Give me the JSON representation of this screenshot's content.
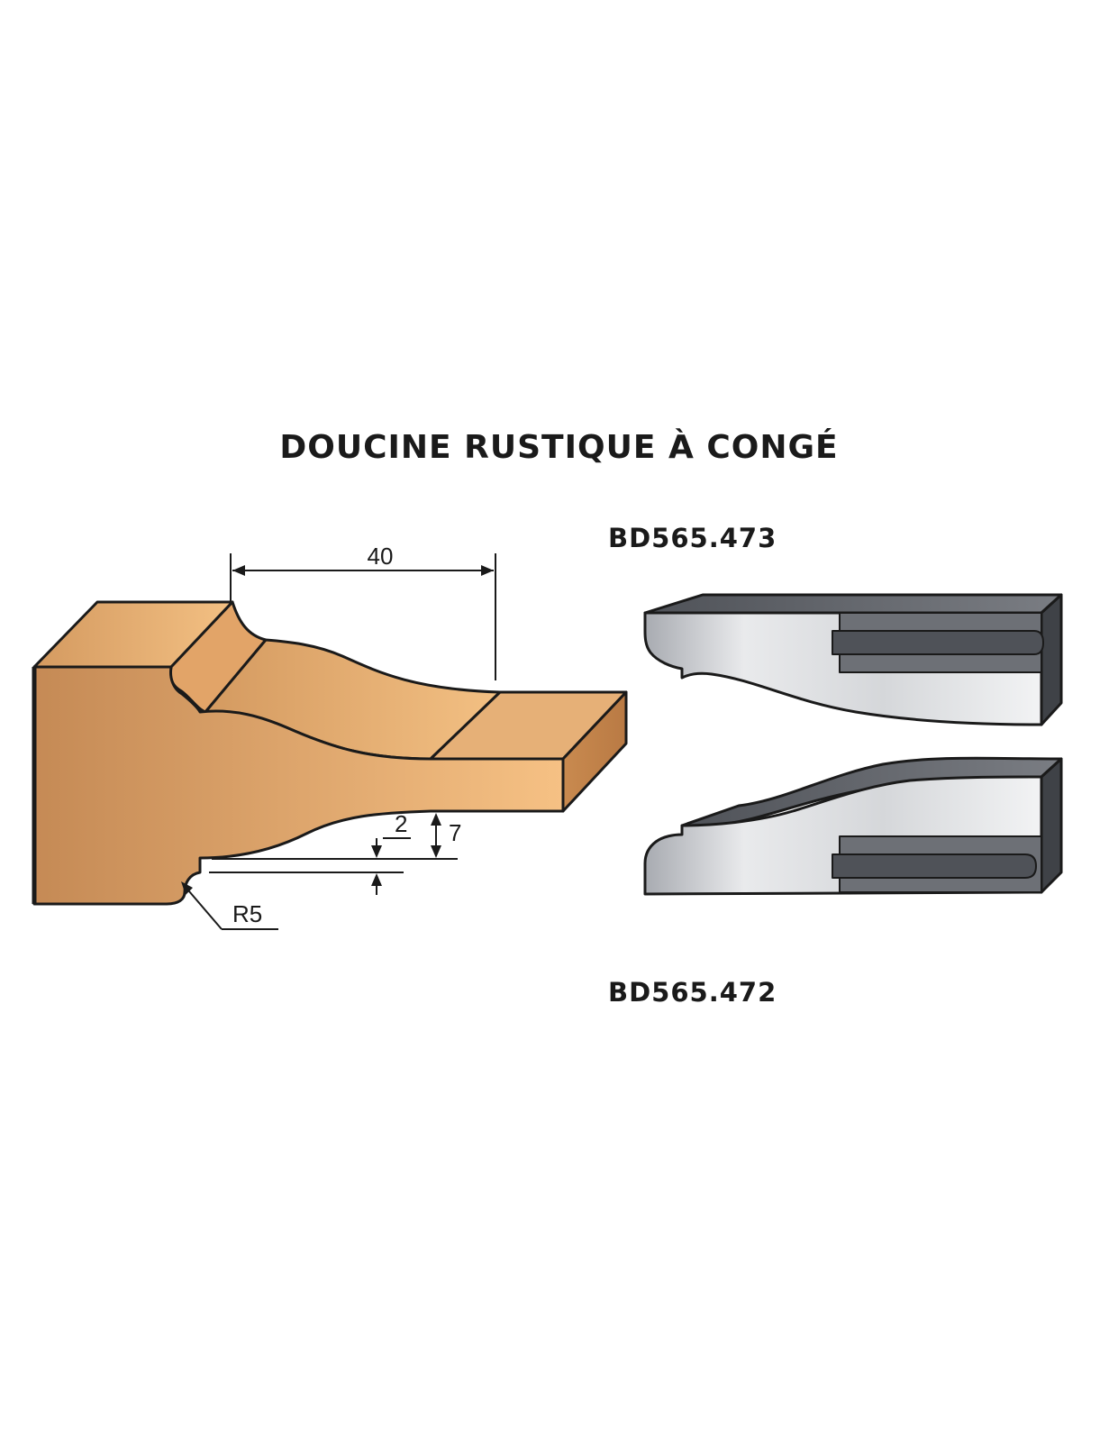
{
  "title": "DOUCINE  RUSTIQUE À CONGÉ",
  "tools": {
    "top_code": "BD565.473",
    "bottom_code": "BD565.472"
  },
  "dimensions": {
    "width": "40",
    "depth_small": "2",
    "depth_large": "7",
    "radius": "R5"
  },
  "colors": {
    "wood_dark": "#c58a55",
    "wood_light": "#f6c184",
    "steel_dark": "#5a5d63",
    "steel_light": "#e6e7e9"
  }
}
